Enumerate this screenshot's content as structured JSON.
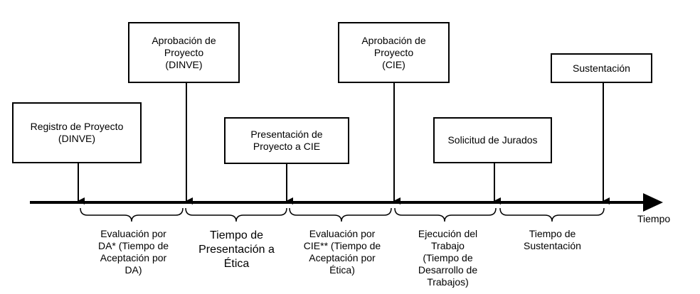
{
  "milestones": [
    {
      "id": "registro",
      "text": "Registro de Proyecto\n(DINVE)"
    },
    {
      "id": "aprobacion-dinve",
      "text": "Aprobación de\nProyecto\n(DINVE)"
    },
    {
      "id": "presentacion-cie",
      "text": "Presentación de\nProyecto a CIE"
    },
    {
      "id": "aprobacion-cie",
      "text": "Aprobación de\nProyecto\n(CIE)"
    },
    {
      "id": "solicitud-jurados",
      "text": "Solicitud de Jurados"
    },
    {
      "id": "sustentacion",
      "text": "Sustentación"
    }
  ],
  "periods": [
    {
      "id": "evaluacion-da",
      "text": "Evaluación por\nDA* (Tiempo de\nAceptación por\nDA)"
    },
    {
      "id": "tiempo-presentacion-etica",
      "text": "Tiempo de\nPresentación a\nÉtica"
    },
    {
      "id": "evaluacion-cie",
      "text": "Evaluación por\nCIE** (Tiempo de\nAceptación por\nÉtica)"
    },
    {
      "id": "ejecucion-trabajo",
      "text": "Ejecución del\nTrabajo\n(Tiempo de\nDesarrollo de\nTrabajos)"
    },
    {
      "id": "tiempo-sustentacion",
      "text": "Tiempo de\nSustentación"
    }
  ],
  "axis": {
    "label": "Tiempo"
  },
  "colors": {
    "stroke": "#000000",
    "background": "#ffffff"
  }
}
